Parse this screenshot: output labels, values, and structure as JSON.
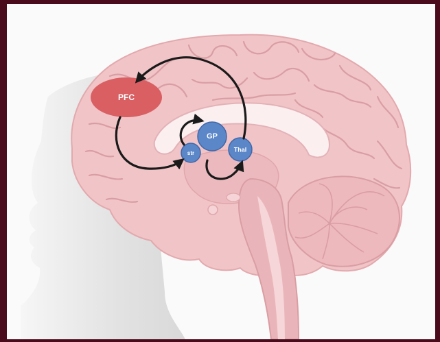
{
  "figure": {
    "regions": {
      "pfc": {
        "label": "PFC"
      },
      "gp": {
        "label": "GP"
      },
      "striatum": {
        "label": "str"
      },
      "thalamus": {
        "label": "Thal"
      }
    },
    "colors": {
      "border": "#4a0c1c",
      "background": "#fbfafa",
      "brain": "#f1c4c7",
      "brain_fold": "#d99ea4",
      "pfc": "#d95f63",
      "basal_ganglia": "#5b86c8",
      "arrow": "#1a1a1a",
      "head_silhouette": "#dedede"
    }
  }
}
